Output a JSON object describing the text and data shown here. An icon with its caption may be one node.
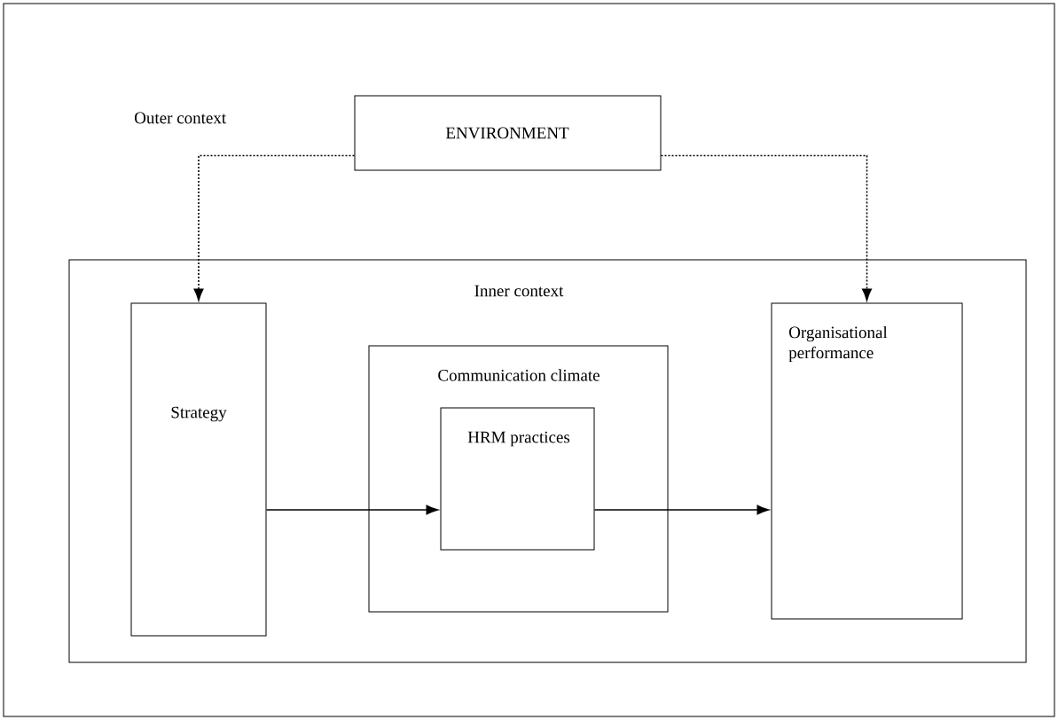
{
  "diagram": {
    "nodes": [
      {
        "text": [
          "Outer context"
        ]
      },
      {
        "text": [
          "ENVIRONMENT"
        ],
        "in": 0
      },
      {
        "text": [
          "Inner context"
        ],
        "in": 0
      },
      {
        "text": [
          "Strategy"
        ],
        "in": 2
      },
      {
        "text": [
          "Communication climate"
        ],
        "in": 2
      },
      {
        "text": [
          "HRM practices"
        ],
        "in": 4
      },
      {
        "text": [
          "Organisational performance"
        ],
        "in": 2
      }
    ],
    "edges": [
      {
        "from": 1,
        "to": 3,
        "arrow": "to",
        "style": "dashed"
      },
      {
        "from": 1,
        "to": 6,
        "arrow": "to",
        "style": "dashed"
      },
      {
        "from": 3,
        "to": 5,
        "arrow": "to"
      },
      {
        "from": 5,
        "to": 6,
        "arrow": "to"
      }
    ]
  }
}
